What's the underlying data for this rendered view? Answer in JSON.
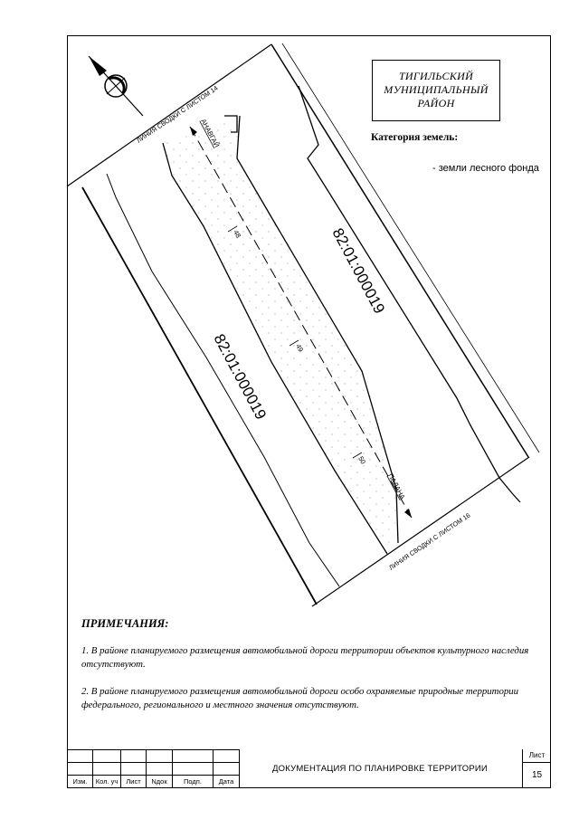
{
  "district": {
    "line1": "ТИГИЛЬСКИЙ",
    "line2": "МУНИЦИПАЛЬНЫЙ",
    "line3": "РАЙОН"
  },
  "land_category": {
    "title": "Категория земель:",
    "value": "- земли лесного фонда"
  },
  "map": {
    "junction_top": "ЛИНИЯ СВОДКИ С ЛИСТОМ 14",
    "junction_bottom": "ЛИНИЯ СВОДКИ С ЛИСТОМ 16",
    "direction_start": "АНАВГАЙ",
    "direction_end": "ПАЛАНА",
    "parcel_left": "82:01:000019",
    "parcel_right": "82:01:000019",
    "pickets": [
      "48",
      "49",
      "50"
    ]
  },
  "notes": {
    "title": "ПРИМЕЧАНИЯ:",
    "items": [
      "1. В районе планируемого размещения автомобильной дороги территории объектов культурного наследия отсутствуют.",
      "2. В районе планируемого размещения автомобильной дороги особо охраняемые природные территории федерального, регионального и местного значения отсутствуют."
    ]
  },
  "title_block": {
    "columns": [
      "Изм.",
      "Кол. уч",
      "Лист",
      "Nдок",
      "Подп.",
      "Дата"
    ],
    "document_title": "ДОКУМЕНТАЦИЯ ПО ПЛАНИРОВКЕ ТЕРРИТОРИИ",
    "sheet_label": "Лист",
    "sheet_number": "15"
  }
}
